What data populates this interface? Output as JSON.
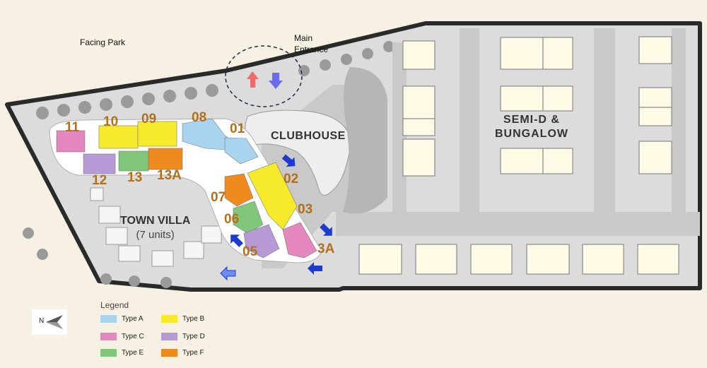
{
  "labels": {
    "facing_park": "Facing Park",
    "main_entrance_line1": "Main",
    "main_entrance_line2": "Entrance",
    "clubhouse": "CLUBHOUSE",
    "semi_d_line1": "SEMI-D &",
    "semi_d_line2": "BUNGALOW",
    "town_villa": "TOWN VILLA",
    "town_villa_units": "(7 units)",
    "compass_n": "N"
  },
  "blocks": [
    "11",
    "10",
    "09",
    "08",
    "01",
    "12",
    "13",
    "13A",
    "02",
    "07",
    "03",
    "06",
    "05",
    "3A"
  ],
  "legend": {
    "title": "Legend",
    "items": [
      {
        "label": "Type A",
        "color": "#a8d4f0"
      },
      {
        "label": "Type B",
        "color": "#f7ea2a"
      },
      {
        "label": "Type C",
        "color": "#e487be"
      },
      {
        "label": "Type D",
        "color": "#b69ad6"
      },
      {
        "label": "Type E",
        "color": "#80c77b"
      },
      {
        "label": "Type F",
        "color": "#ef8a1e"
      }
    ]
  },
  "colors": {
    "type_a": "#a8d4f0",
    "type_b": "#f7ea2a",
    "type_c": "#e487be",
    "type_d": "#b69ad6",
    "type_e": "#80c77b",
    "type_f": "#ef8a1e",
    "arrow_blue": "#1d3ccf",
    "arrow_in": "#ef6b6b",
    "arrow_out": "#6c6cf0",
    "block_label": "#b0701c",
    "background": "#f6f1e3"
  }
}
